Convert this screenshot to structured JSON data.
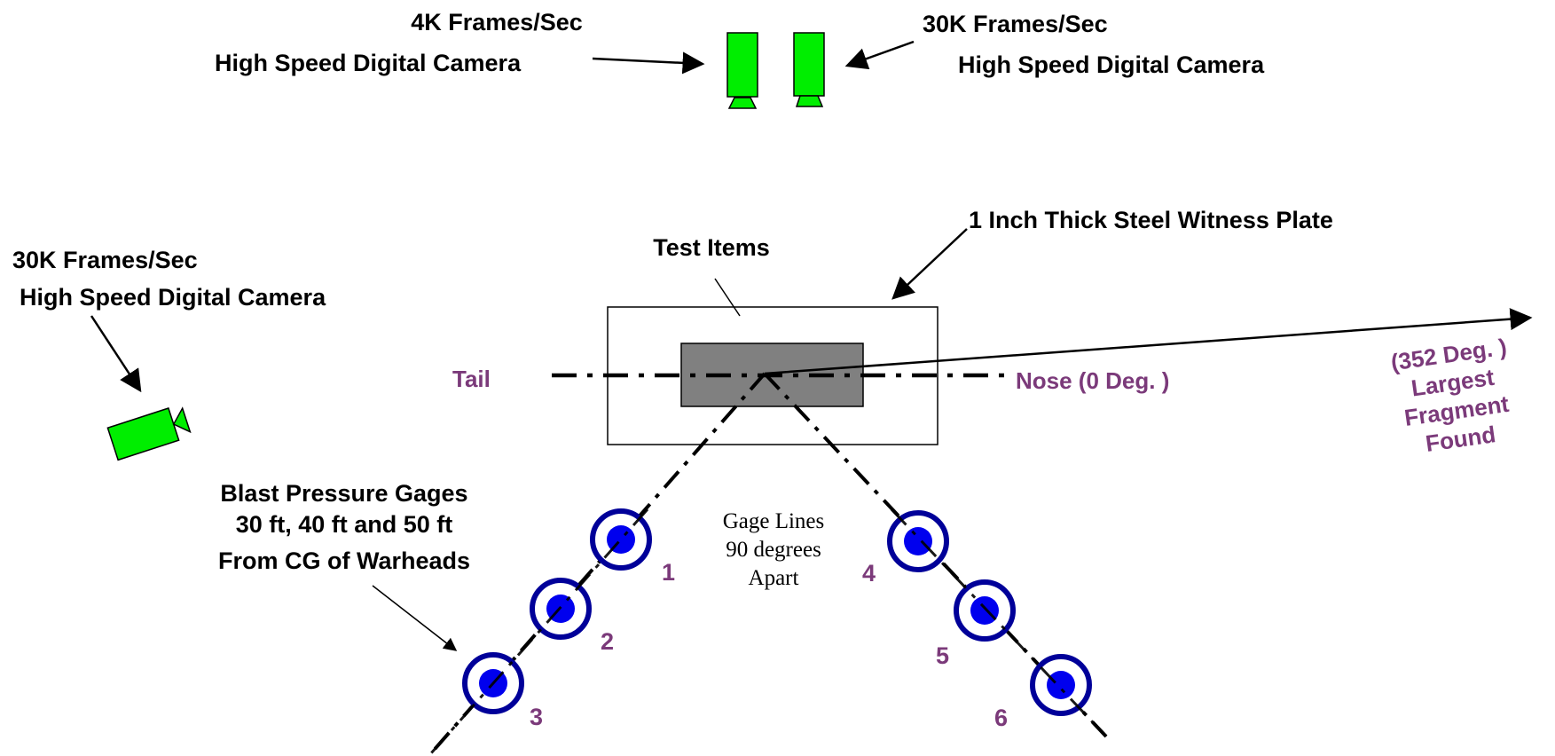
{
  "cameras": {
    "top_left": {
      "line1": "4K Frames/Sec",
      "line2": "High Speed Digital Camera"
    },
    "top_right": {
      "line1": "30K Frames/Sec",
      "line2": "High Speed Digital Camera"
    },
    "left": {
      "line1": "30K Frames/Sec",
      "line2": "High Speed Digital Camera"
    }
  },
  "witness_plate_label": "1 Inch Thick Steel Witness Plate",
  "test_items_label": "Test Items",
  "tail_label": "Tail",
  "nose_label": "Nose (0 Deg. )",
  "fragment": {
    "line1": "(352 Deg. )",
    "line2": "Largest",
    "line3": "Fragment",
    "line4": "Found"
  },
  "gages_label": {
    "line1": "Blast Pressure Gages",
    "line2": "30 ft, 40 ft and 50 ft",
    "line3": "From CG of Warheads"
  },
  "gage_lines_label": {
    "line1": "Gage Lines",
    "line2": "90 degrees",
    "line3": "Apart"
  },
  "gage_numbers": [
    "1",
    "2",
    "3",
    "4",
    "5",
    "6"
  ],
  "colors": {
    "camera": "#00ee00",
    "gage_fill": "#0000ee",
    "gage_ring": "#000099",
    "label_accent": "#7b3a7a",
    "test_item": "#808080"
  }
}
